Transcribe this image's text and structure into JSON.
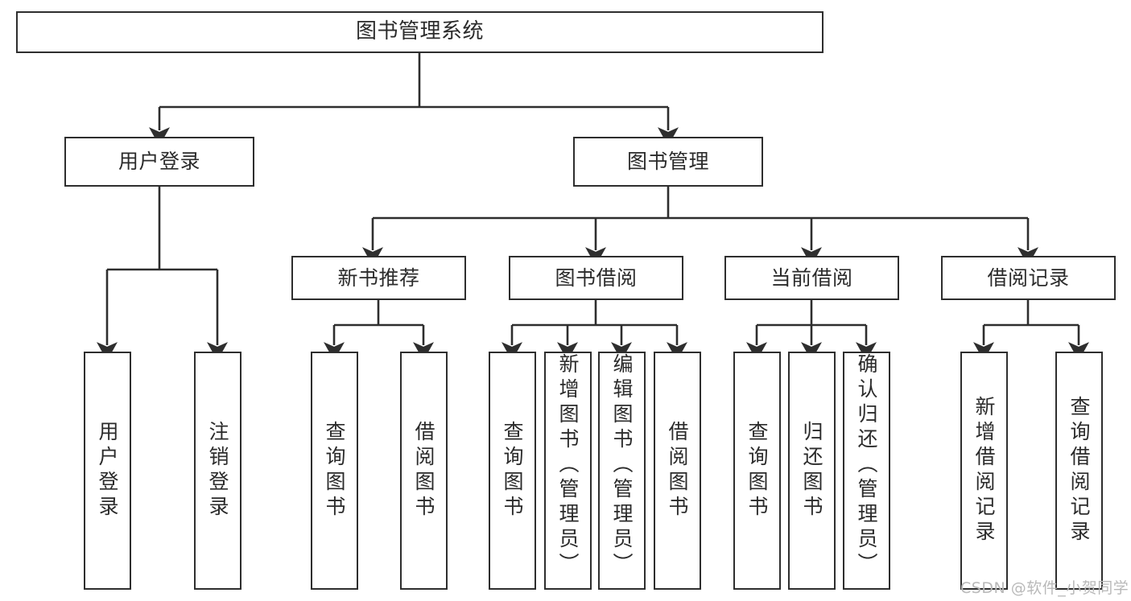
{
  "diagram": {
    "title": "图书管理系统",
    "type": "tree-hierarchy",
    "background_color": "#ffffff",
    "box_border_color": "#2e2e2e",
    "text_color": "#2b2b2b",
    "edge_color": "#2e2e2e"
  },
  "nodes": {
    "root": {
      "label": "图书管理系统"
    },
    "level1": [
      {
        "label": "用户登录"
      },
      {
        "label": "图书管理"
      }
    ],
    "level2": [
      {
        "label": "新书推荐"
      },
      {
        "label": "图书借阅"
      },
      {
        "label": "当前借阅"
      },
      {
        "label": "借阅记录"
      }
    ],
    "leaves": {
      "user_login": [
        {
          "label": "用户登录"
        },
        {
          "label": "注销登录"
        }
      ],
      "new_book_recommend": [
        {
          "label": "查询图书"
        },
        {
          "label": "借阅图书"
        }
      ],
      "book_borrow": [
        {
          "label": "查询图书"
        },
        {
          "label": "新增图书（管理员）"
        },
        {
          "label": "编辑图书（管理员）"
        },
        {
          "label": "借阅图书"
        }
      ],
      "current_borrow": [
        {
          "label": "查询图书"
        },
        {
          "label": "归还图书"
        },
        {
          "label": "确认归还（管理员）"
        }
      ],
      "borrow_record": [
        {
          "label": "新增借阅记录"
        },
        {
          "label": "查询借阅记录"
        }
      ]
    }
  },
  "watermark": {
    "text": "CSDN @软件_小贺同学"
  }
}
